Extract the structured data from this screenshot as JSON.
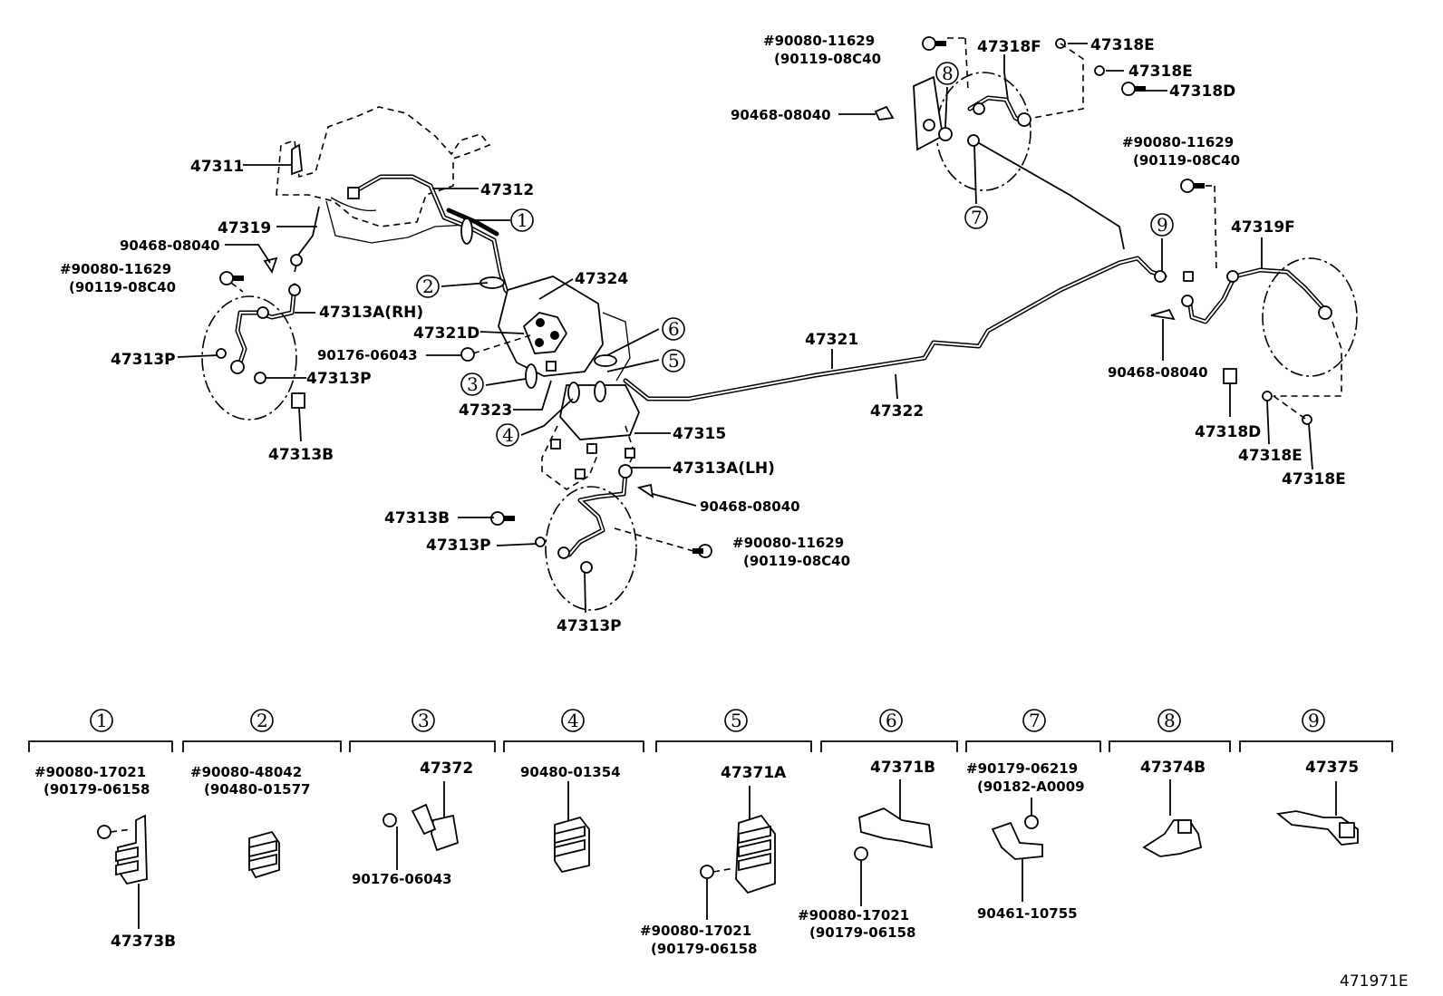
{
  "labels": {
    "p47311": "47311",
    "p47312": "47312",
    "p47319": "47319",
    "p90468_a": "90468-08040",
    "p90080_a": "#90080-11629",
    "p90119_a": "(90119-08C40",
    "p47313A_RH": "47313A(RH)",
    "p47313P_a": "47313P",
    "p47313P_b": "47313P",
    "p47313B_a": "47313B",
    "p47324": "47324",
    "p47321D": "47321D",
    "p90176_a": "90176-06043",
    "p47323": "47323",
    "p47315": "47315",
    "p47313A_LH": "47313A(LH)",
    "p90468_b": "90468-08040",
    "p47313B_b": "47313B",
    "p47313P_c": "47313P",
    "p90080_b": "#90080-11629",
    "p90119_b": "(90119-08C40",
    "p47313P_d": "47313P",
    "p47321": "47321",
    "p47322": "47322",
    "p90080_c": "#90080-11629",
    "p90119_c": "(90119-08C40",
    "p47318F": "47318F",
    "p47318E_a": "47318E",
    "p47318E_b": "47318E",
    "p47318D_a": "47318D",
    "p90468_c": "90468-08040",
    "p90080_d": "#90080-11629",
    "p90119_d": "(90119-08C40",
    "p47319F": "47319F",
    "p90468_d": "90468-08040",
    "p47318D_b": "47318D",
    "p47318E_c": "47318E",
    "p47318E_d": "47318E"
  },
  "callouts": {
    "c1": "1",
    "c2": "2",
    "c3": "3",
    "c4": "4",
    "c5": "5",
    "c6": "6",
    "c7": "7",
    "c8": "8",
    "c9": "9"
  },
  "details": [
    {
      "num": "1",
      "l1": "#90080-17021",
      "l2": "(90179-06158",
      "l3": "47373B"
    },
    {
      "num": "2",
      "l1": "#90080-48042",
      "l2": "(90480-01577"
    },
    {
      "num": "3",
      "l1": "47372",
      "l2": "90176-06043"
    },
    {
      "num": "4",
      "l1": "90480-01354"
    },
    {
      "num": "5",
      "l1": "47371A",
      "l2": "#90080-17021",
      "l3": "(90179-06158"
    },
    {
      "num": "6",
      "l1": "47371B",
      "l2": "#90080-17021",
      "l3": "(90179-06158"
    },
    {
      "num": "7",
      "l1": "#90179-06219",
      "l2": "(90182-A0009",
      "l3": "90461-10755"
    },
    {
      "num": "8",
      "l1": "47374B"
    },
    {
      "num": "9",
      "l1": "47375"
    }
  ],
  "diagram_id": "471971E"
}
